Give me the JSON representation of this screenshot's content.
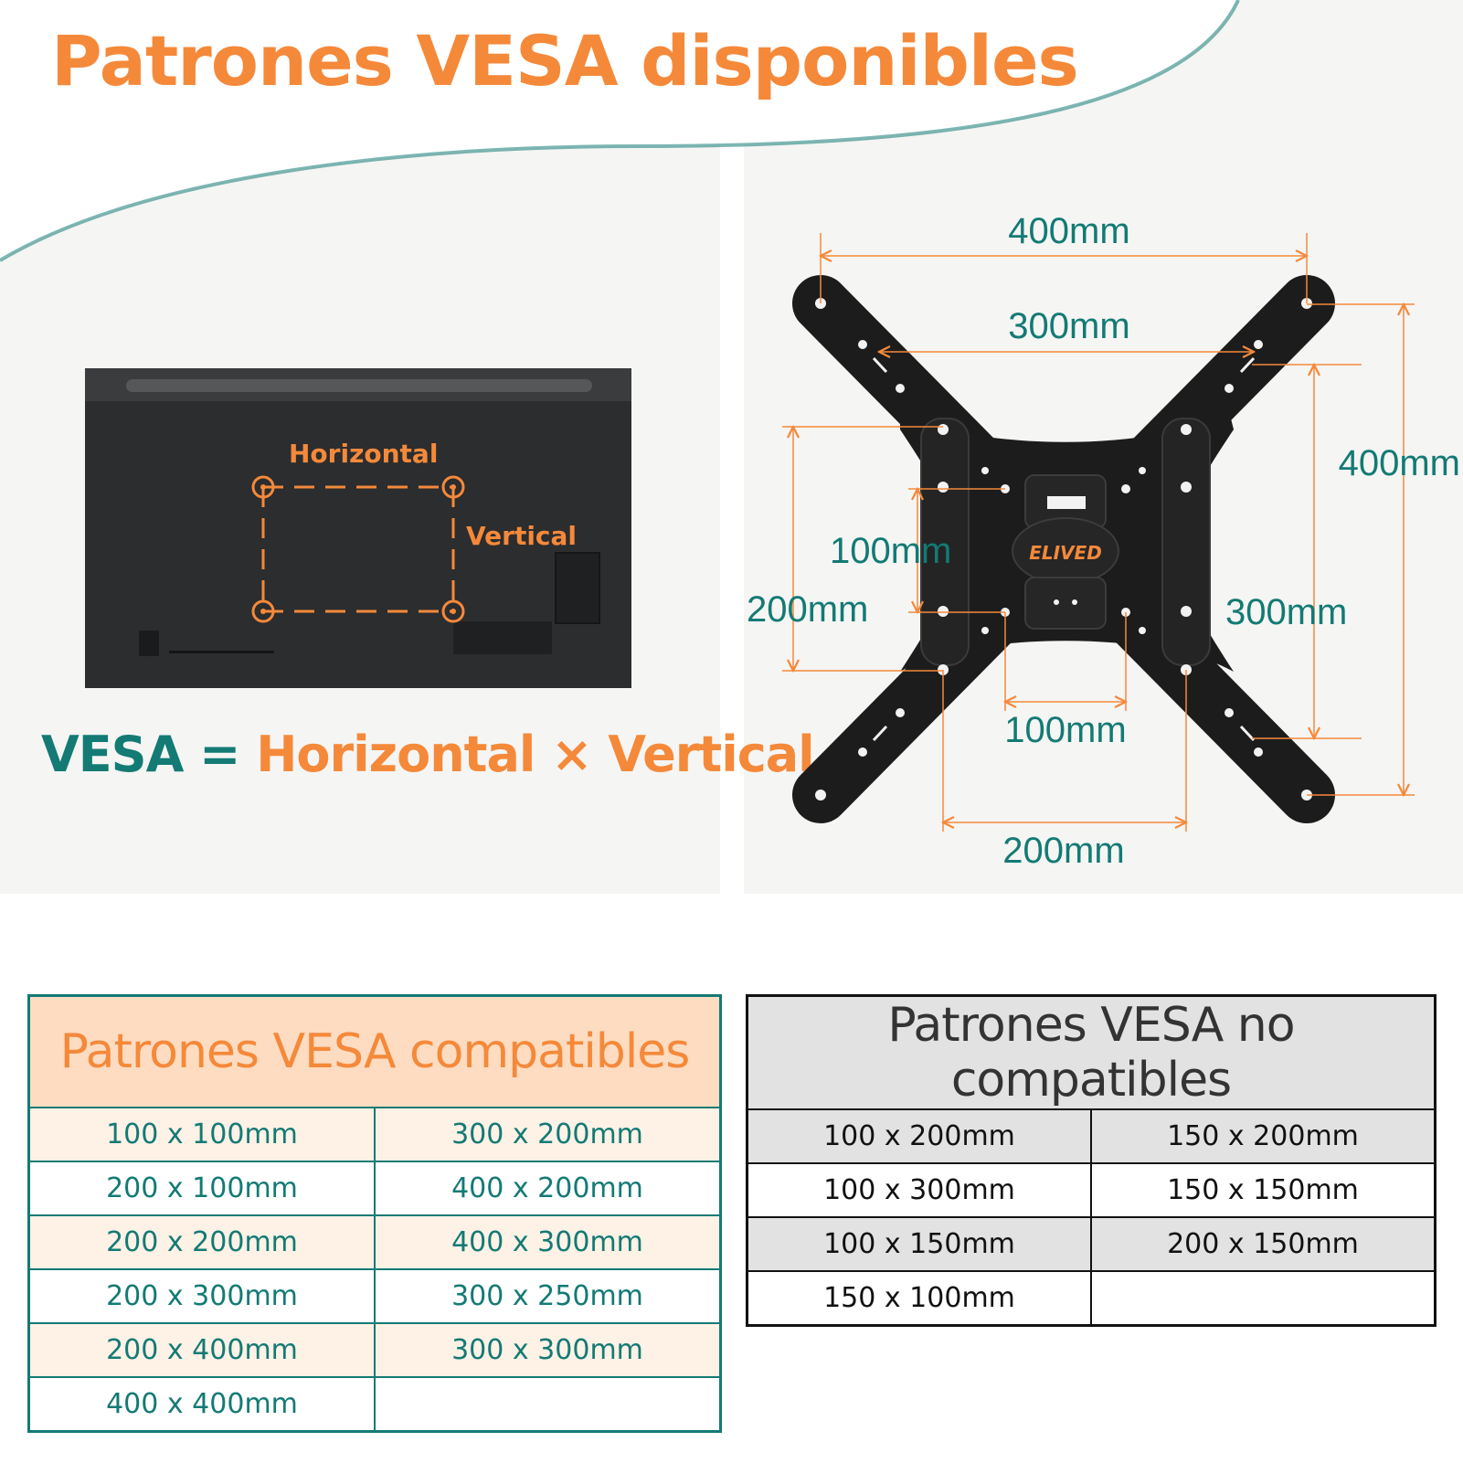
{
  "title": "Patrones VESA disponibles",
  "diagram_left": {
    "horizontal_label": "Horizontal",
    "vertical_label": "Vertical"
  },
  "formula": {
    "prefix": "VESA =",
    "horizontal": "Horizontal",
    "operator": "×",
    "vertical": "Vertical"
  },
  "diagram_right": {
    "brand": "ELIVED",
    "dimensions": {
      "top_outer": "400mm",
      "top_inner": "300mm",
      "right_outer": "400mm",
      "right_inner": "300mm",
      "left_outer": "200mm",
      "left_inner": "100mm",
      "bottom_inner": "100mm",
      "bottom_outer": "200mm"
    }
  },
  "compatible": {
    "header": "Patrones VESA compatibles",
    "rows": [
      [
        "100 x 100mm",
        "300 x 200mm"
      ],
      [
        "200 x 100mm",
        "400 x 200mm"
      ],
      [
        "200 x 200mm",
        "400 x 300mm"
      ],
      [
        "200 x 300mm",
        "300 x 250mm"
      ],
      [
        "200 x 400mm",
        "300 x 300mm"
      ],
      [
        "400 x 400mm",
        ""
      ]
    ]
  },
  "non_compatible": {
    "header": "Patrones VESA no compatibles",
    "rows": [
      [
        "100 x 200mm",
        "150 x 200mm"
      ],
      [
        "100 x 300mm",
        "150 x 150mm"
      ],
      [
        "100 x 150mm",
        "200 x 150mm"
      ],
      [
        "150 x 100mm",
        ""
      ]
    ]
  },
  "colors": {
    "orange": "#f5893a",
    "teal": "#137a74",
    "peach": "#fddcc1",
    "gray": "#e2e2e2"
  }
}
